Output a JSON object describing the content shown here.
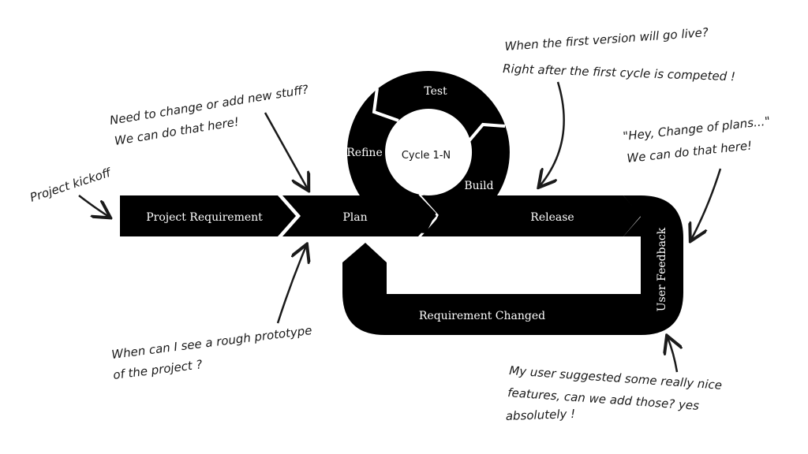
{
  "diagram": {
    "stages": {
      "project_requirement": "Project Requirement",
      "plan": "Plan",
      "release": "Release",
      "user_feedback": "User Feedback",
      "requirement_changed": "Requirement Changed"
    },
    "cycle": {
      "center": "Cycle 1-N",
      "test": "Test",
      "refine": "Refine",
      "build": "Build"
    },
    "annotations": {
      "kickoff": "Project kickoff",
      "change_line1": "Need to change or add new stuff?",
      "change_line2": "We can do that here!",
      "prototype_line1": "When can I see a rough prototype",
      "prototype_line2": "of the project ?",
      "golive_line1": "When the first version will go live?",
      "golive_line2": "Right after the first cycle is competed !",
      "plans_line1": "\"Hey, Change of plans...\"",
      "plans_line2": "We can do that here!",
      "suggest_line1": "My user suggested some really nice",
      "suggest_line2": "features, can we add those? yes",
      "suggest_line3": "absolutely !"
    },
    "colors": {
      "shape": "#000000",
      "background": "#ffffff",
      "label": "#ffffff"
    }
  }
}
